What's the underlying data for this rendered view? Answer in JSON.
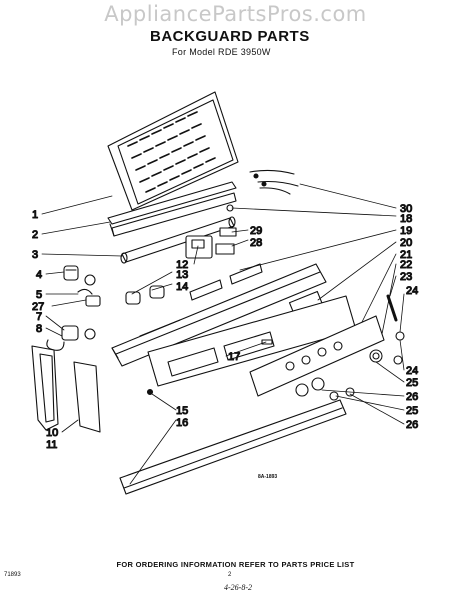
{
  "watermark": "AppliancePartsPros.com",
  "title": "BACKGUARD PARTS",
  "subtitle": "For Model RDE 3950W",
  "callouts": {
    "c1": "1",
    "c2": "2",
    "c3": "3",
    "c4": "4",
    "c5": "5",
    "c27": "27",
    "c7": "7",
    "c8": "8",
    "c10": "10",
    "c11": "11",
    "c12": "12",
    "c13": "13",
    "c14": "14",
    "c15": "15",
    "c16": "16",
    "c17": "17",
    "c29": "29",
    "c28": "28",
    "c30": "30",
    "c18": "18",
    "c19": "19",
    "c20": "20",
    "c21": "21",
    "c22": "22",
    "c23": "23",
    "c24a": "24",
    "c24b": "24",
    "c25a": "25",
    "c26a": "26",
    "c25b": "25",
    "c26b": "26"
  },
  "drawing_code": "8A-1893",
  "footer_note": "FOR ORDERING INFORMATION REFER TO PARTS PRICE LIST",
  "page_number": "2",
  "form_number": "71893",
  "date_code": "4-26-8-2"
}
